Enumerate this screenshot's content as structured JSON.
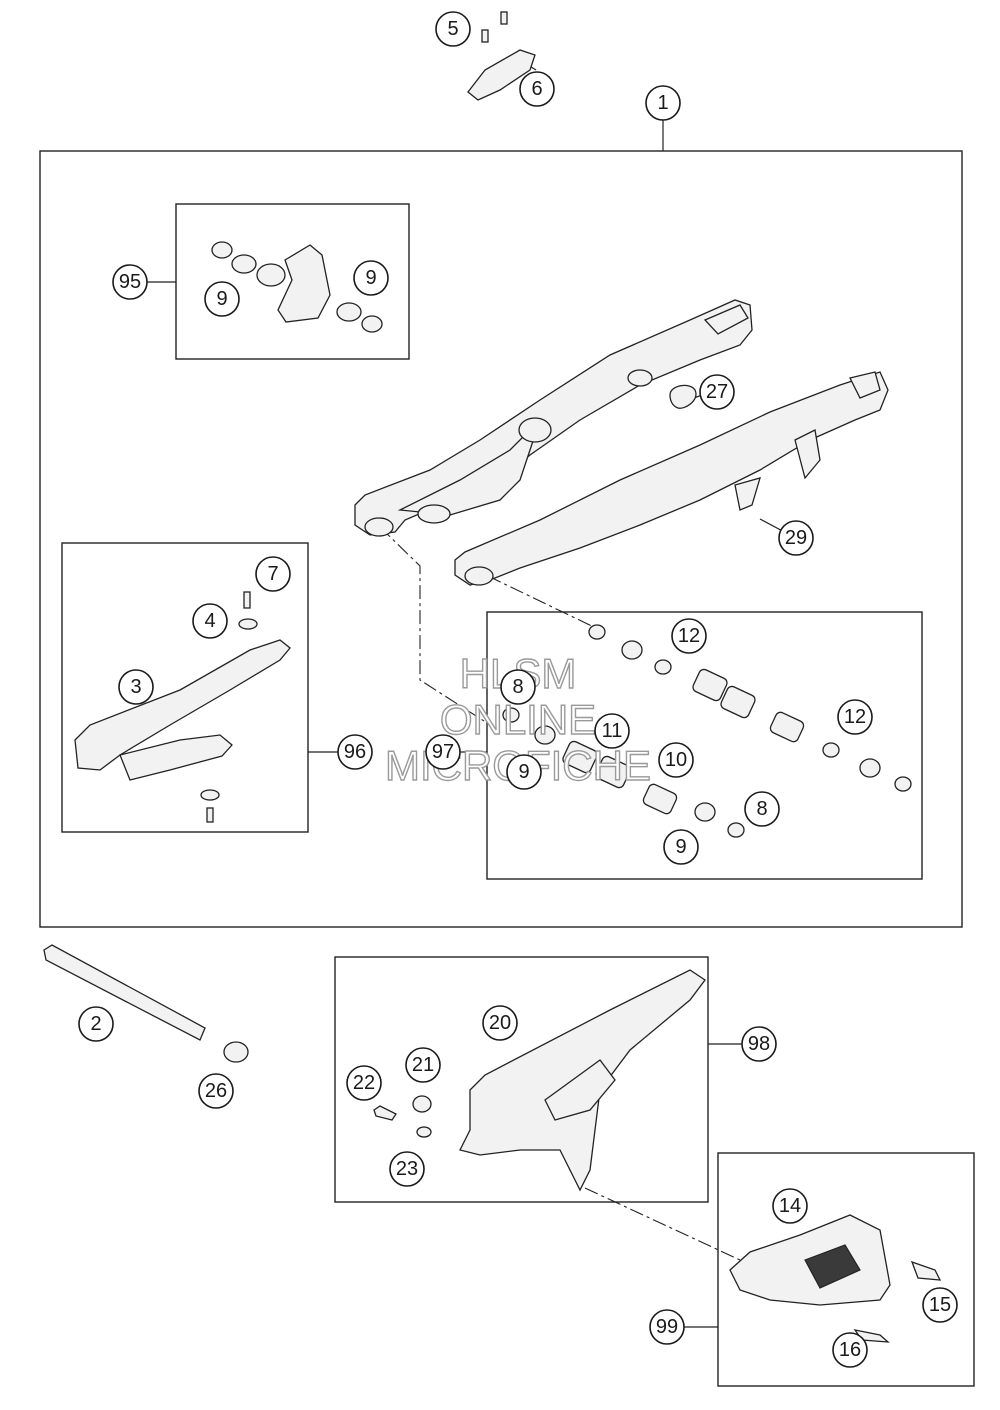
{
  "callouts": {
    "c1": "1",
    "c2": "2",
    "c3": "3",
    "c4": "4",
    "c5": "5",
    "c6": "6",
    "c7": "7",
    "c8a": "8",
    "c8b": "8",
    "c9a": "9",
    "c9b": "9",
    "c9c": "9",
    "c9d": "9",
    "c10": "10",
    "c11": "11",
    "c12a": "12",
    "c12b": "12",
    "c14": "14",
    "c15": "15",
    "c16": "16",
    "c20": "20",
    "c21": "21",
    "c22": "22",
    "c23": "23",
    "c26": "26",
    "c27": "27",
    "c29": "29",
    "c95": "95",
    "c96": "96",
    "c97": "97",
    "c98": "98",
    "c99": "99"
  },
  "watermark": {
    "line1": "HLSM",
    "line2": "ONLINE",
    "line3": "MICROFICHE"
  }
}
